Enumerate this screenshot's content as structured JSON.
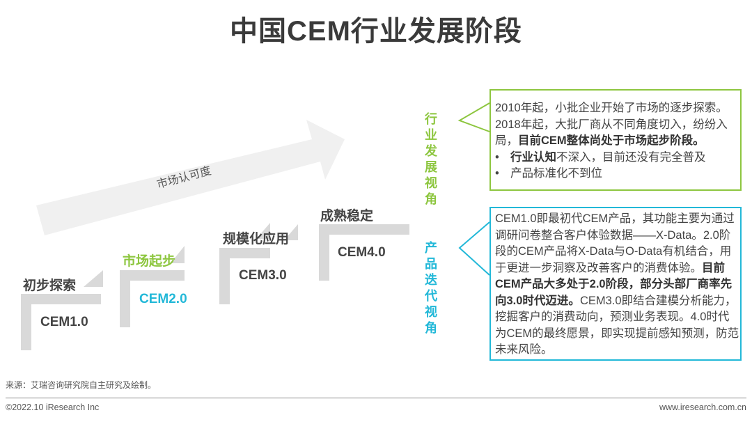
{
  "title": "中国CEM行业发展阶段",
  "arrow": {
    "label": "市场认可度"
  },
  "stages": [
    {
      "stage": "初步探索",
      "version": "CEM1.0",
      "stage_color": "#444444",
      "version_color": "#444444"
    },
    {
      "stage": "市场起步",
      "version": "CEM2.0",
      "stage_color": "#8dc63f",
      "version_color": "#22b8d8"
    },
    {
      "stage": "规模化应用",
      "version": "CEM3.0",
      "stage_color": "#444444",
      "version_color": "#444444"
    },
    {
      "stage": "成熟稳定",
      "version": "CEM4.0",
      "stage_color": "#444444",
      "version_color": "#444444"
    }
  ],
  "industry": {
    "label": "行业发展视角",
    "color": "#8dc63f",
    "line1": "2010年起，小批企业开始了市场的逐步探索。",
    "line2": "2018年起，大批厂商从不同角度切入，纷纷入局，",
    "line2_bold": "目前CEM整体尚处于市场起步阶段。",
    "bullets": [
      {
        "bold": "行业认知",
        "text": "不深入，目前还没有完全普及"
      },
      {
        "bold": "",
        "text": "产品标准化不到位"
      }
    ]
  },
  "product": {
    "label": "产品迭代视角",
    "color": "#22b8d8",
    "text1": "CEM1.0即最初代CEM产品，其功能主要为通过调研问卷整合客户体验数据——X-Data。2.0阶段的CEM产品将X-Data与O-Data有机结合，用于更进一步洞察及改善客户的消费体验。",
    "bold": "目前CEM产品大多处于2.0阶段，部分头部厂商率先向3.0时代迈进。",
    "text2": "CEM3.0即结合建模分析能力，挖掘客户的消费动向，预测业务表现。4.0时代为CEM的最终愿景，即实现提前感知预测，防范未来风险。"
  },
  "footer": {
    "source": "来源：艾瑞咨询研究院自主研究及绘制。",
    "copyright": "©2022.10 iResearch Inc",
    "url": "www.iresearch.com.cn"
  }
}
